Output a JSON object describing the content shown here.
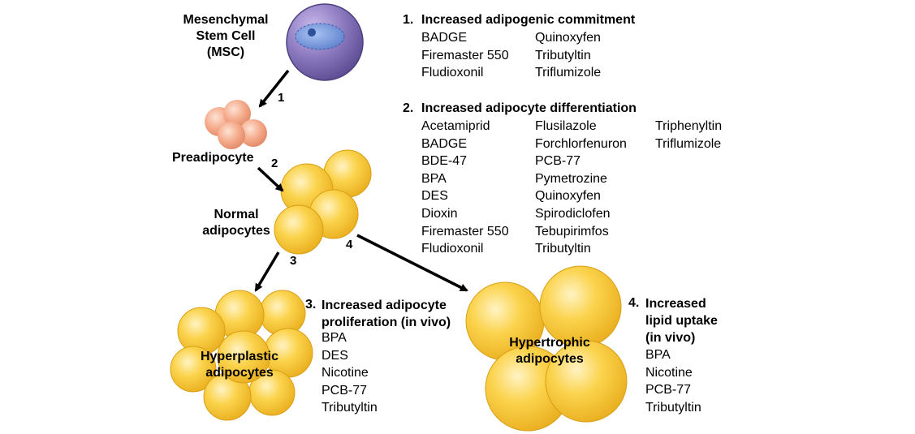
{
  "cells": {
    "msc": "Mesenchymal Stem Cell (MSC)",
    "msc_lines": [
      "Mesenchymal",
      "Stem Cell",
      "(MSC)"
    ],
    "preadipocyte": "Preadipocyte",
    "normal_lines": [
      "Normal",
      "adipocytes"
    ],
    "hyperplastic_lines": [
      "Hyperplastic",
      "adipocytes"
    ],
    "hypertrophic_lines": [
      "Hypertrophic",
      "adipocytes"
    ]
  },
  "arrow_numbers": [
    "1",
    "2",
    "3",
    "4"
  ],
  "sections": [
    {
      "number": "1.",
      "title": "Increased adipogenic commitment",
      "columns": [
        [
          "BADGE",
          "Firemaster 550",
          "Fludioxonil"
        ],
        [
          "Quinoxyfen",
          "Tributyltin",
          "Triflumizole"
        ]
      ]
    },
    {
      "number": "2.",
      "title": "Increased adipocyte differentiation",
      "columns": [
        [
          "Acetamiprid",
          "BADGE",
          "BDE-47",
          "BPA",
          "DES",
          "Dioxin",
          "Firemaster 550",
          "Fludioxonil"
        ],
        [
          "Flusilazole",
          "Forchlorfenuron",
          "PCB-77",
          "Pymetrozine",
          "Quinoxyfen",
          "Spirodiclofen",
          "Tebupirimfos",
          "Tributyltin"
        ],
        [
          "Triphenyltin",
          "Triflumizole"
        ]
      ]
    },
    {
      "number": "3.",
      "title_lines": [
        "Increased adipocyte",
        "proliferation (in vivo)"
      ],
      "items": [
        "BPA",
        "DES",
        "Nicotine",
        "PCB-77",
        "Tributyltin"
      ]
    },
    {
      "number": "4.",
      "title_lines": [
        "Increased",
        "lipid uptake",
        "(in vivo)"
      ],
      "items": [
        "BPA",
        "Nicotine",
        "PCB-77",
        "Tributyltin"
      ]
    }
  ],
  "colors": {
    "adipocyte_fill": "#f7c531",
    "adipocyte_light": "#ffe79a",
    "adipocyte_edge": "#e0a91a",
    "preadipocyte_fill": "#f4a88a",
    "msc_fill": "#8f7fc0",
    "msc_nucleus": "#6f8fd6",
    "arrow": "#000000"
  }
}
